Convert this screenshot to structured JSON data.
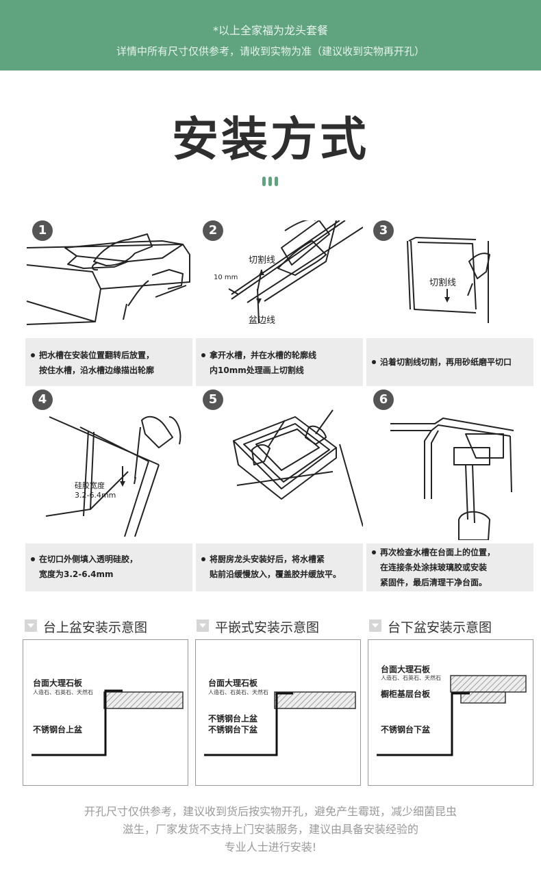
{
  "banner": {
    "line1": "*以上全家福为龙头套餐",
    "line2": "详情中所有尺寸仅供参考，请收到实物为准（建议收到实物再开孔）"
  },
  "title": "安装方式",
  "steps": [
    {
      "num": "1",
      "caption_lines": [
        "把水槽在安装位置翻转后放置，",
        "按住水槽，沿水槽边缘描出轮廓"
      ]
    },
    {
      "num": "2",
      "caption_lines": [
        "拿开水槽，并在水槽的轮廓线",
        "内10mm处理画上切割线"
      ],
      "labels": {
        "cut": "切割线",
        "mm": "10 mm",
        "edge": "盆边线"
      }
    },
    {
      "num": "3",
      "caption_lines": [
        "沿着切割线切割，再用砂纸磨平切口"
      ],
      "labels": {
        "cut": "切割线"
      }
    },
    {
      "num": "4",
      "caption_lines": [
        "在切口外侧填入透明硅胶，",
        "宽度为3.2-6.4mm"
      ],
      "labels": {
        "glue": "硅胶宽度",
        "range": "3.2-6.4mm"
      }
    },
    {
      "num": "5",
      "caption_lines": [
        "将厨房龙头安装好后，将水槽紧",
        "贴前沿缓慢放入，覆盖胶并缓放平。"
      ]
    },
    {
      "num": "6",
      "caption_lines": [
        "再次检查水槽在台面上的位置，",
        "在连接条处涂抹玻璃胶或安装",
        "紧固件，最后清理干净台面。"
      ]
    }
  ],
  "diagrams": [
    {
      "title": "台上盆安装示意图",
      "top_label": "台面大理石板",
      "sub_label": "人造石、石英石、天然石",
      "bottom_label": "不锈钢台上盆"
    },
    {
      "title": "平嵌式安装示意图",
      "top_label": "台面大理石板",
      "sub_label": "人造石、石英石、天然石",
      "bottom_label1": "不锈钢台上盆",
      "bottom_label2": "不锈钢台下盆"
    },
    {
      "title": "台下盆安装示意图",
      "top_label": "台面大理石板",
      "sub_label": "人造石、石英石、天然石",
      "mid_label": "橱柜基层台板",
      "bottom_label": "不锈钢台下盆"
    }
  ],
  "footer": {
    "line1": "开孔尺寸仅供参考，建议收到货后按实物开孔，避免产生霉斑，减少细菌昆虫",
    "line2": "滋生，厂家发货不支持上门安装服务，建议由具备安装经验的",
    "line3": "专业人士进行安装!"
  },
  "colors": {
    "accent": "#5fa37f",
    "caption_bg": "#ececec",
    "number_bg": "#555555"
  }
}
